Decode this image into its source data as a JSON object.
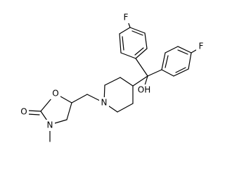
{
  "molecule": {
    "atoms": {
      "fluorine_top": "F",
      "fluorine_right": "F",
      "hydroxyl": "OH",
      "piperidine_nitrogen": "N",
      "ring_oxygen": "O",
      "carbonyl_oxygen": "O",
      "oxazolidinone_nitrogen": "N"
    },
    "colors": {
      "bond": "#000000",
      "text": "#000000",
      "background": "#ffffff"
    }
  }
}
